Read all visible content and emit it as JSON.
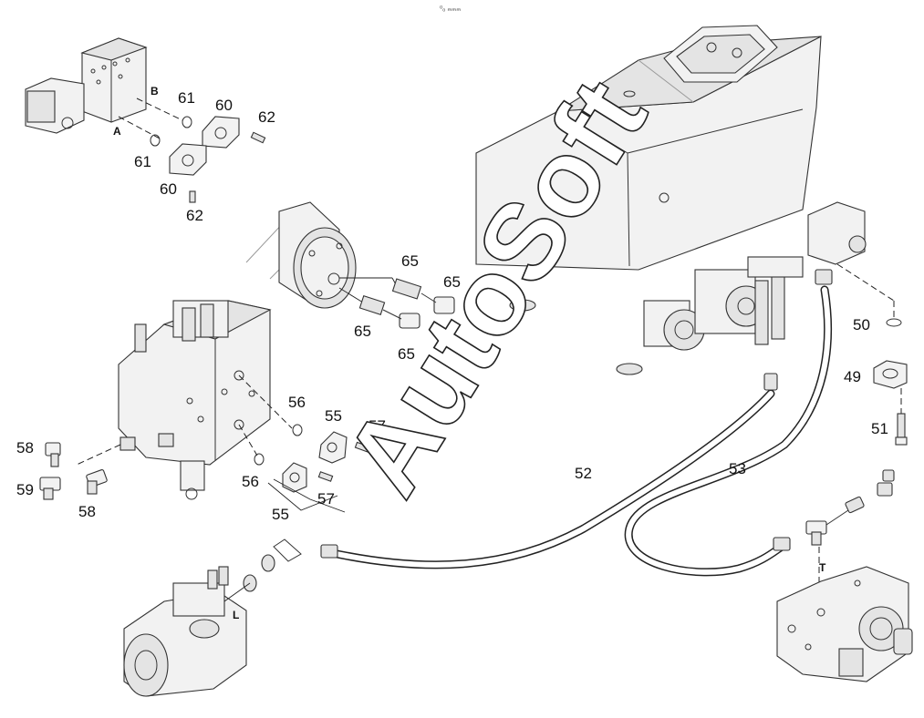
{
  "header": {
    "mark": "⁰ₒ ₘₘₘ"
  },
  "watermark": "AutoSoft",
  "ports": [
    "A",
    "B",
    "L",
    "T"
  ],
  "callouts": [
    "61",
    "60",
    "62",
    "61",
    "60",
    "62",
    "65",
    "65",
    "65",
    "65",
    "56",
    "55",
    "57",
    "56",
    "55",
    "57",
    "58",
    "59",
    "58",
    "50",
    "49",
    "51",
    "52",
    "53"
  ]
}
